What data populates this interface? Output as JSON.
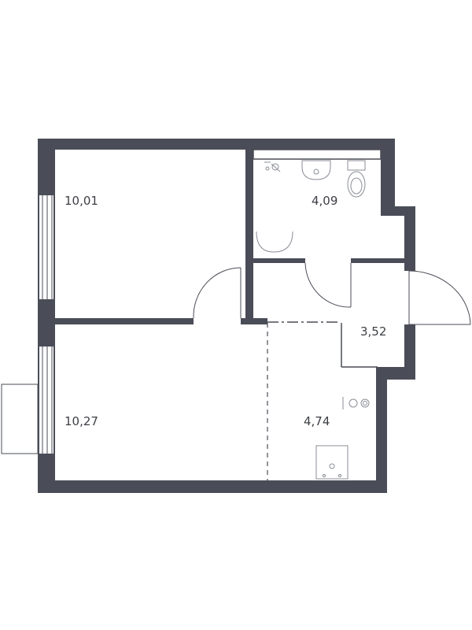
{
  "colors": {
    "wall": "#4a4d57",
    "fixture": "#8a8d95",
    "text": "#3d3f45",
    "window": "#ffffff",
    "background": "#ffffff"
  },
  "rooms": [
    {
      "id": "bedroom",
      "area": "10,01"
    },
    {
      "id": "bathroom",
      "area": "4,09"
    },
    {
      "id": "hallway",
      "area": "3,52"
    },
    {
      "id": "living-room",
      "area": "10,27"
    },
    {
      "id": "kitchen",
      "area": "4,74"
    }
  ]
}
